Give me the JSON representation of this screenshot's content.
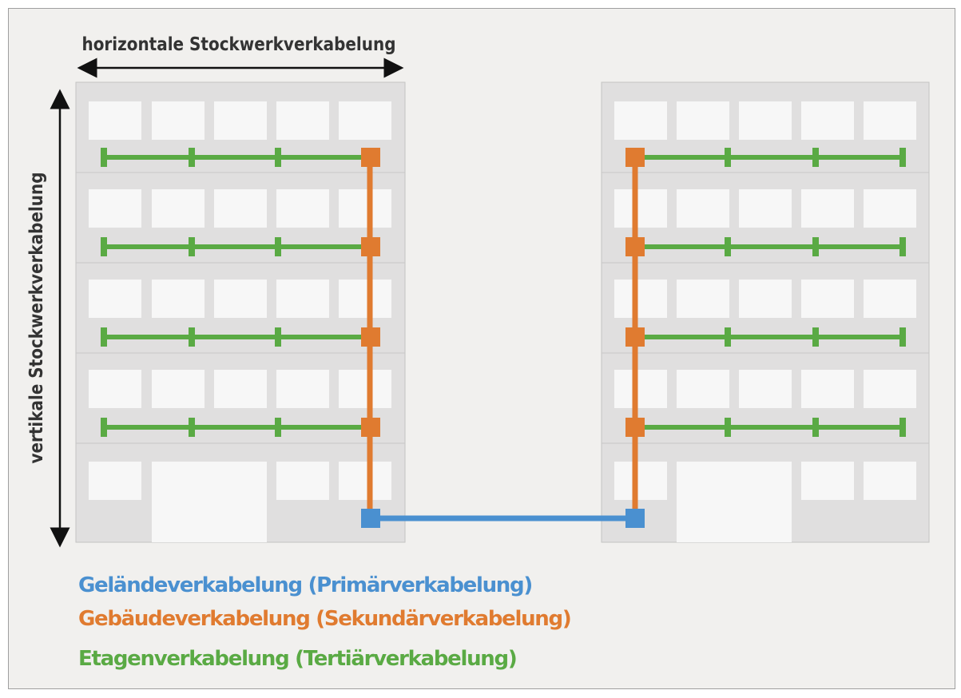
{
  "labels": {
    "horizontal": "horizontale Stockwerkverkabelung",
    "vertical": "vertikale Stockwerkverkabelung"
  },
  "legend": {
    "primary": "Geländeverkabelung (Primärverkabelung)",
    "secondary": "Gebäudeverkabelung (Sekundärverkabelung)",
    "tertiary": "Etagenverkabelung (Tertiärverkabelung)"
  },
  "colors": {
    "primary": "#4a90d0",
    "secondary": "#e07b30",
    "tertiary": "#5aaa44",
    "building": "#e0dfdf",
    "window": "#f7f7f7",
    "background": "#f1f0ee",
    "arrow": "#111111"
  },
  "buildings": [
    {
      "name": "building-left",
      "floors": 5,
      "riser_side": "right"
    },
    {
      "name": "building-right",
      "floors": 5,
      "riser_side": "left"
    }
  ]
}
